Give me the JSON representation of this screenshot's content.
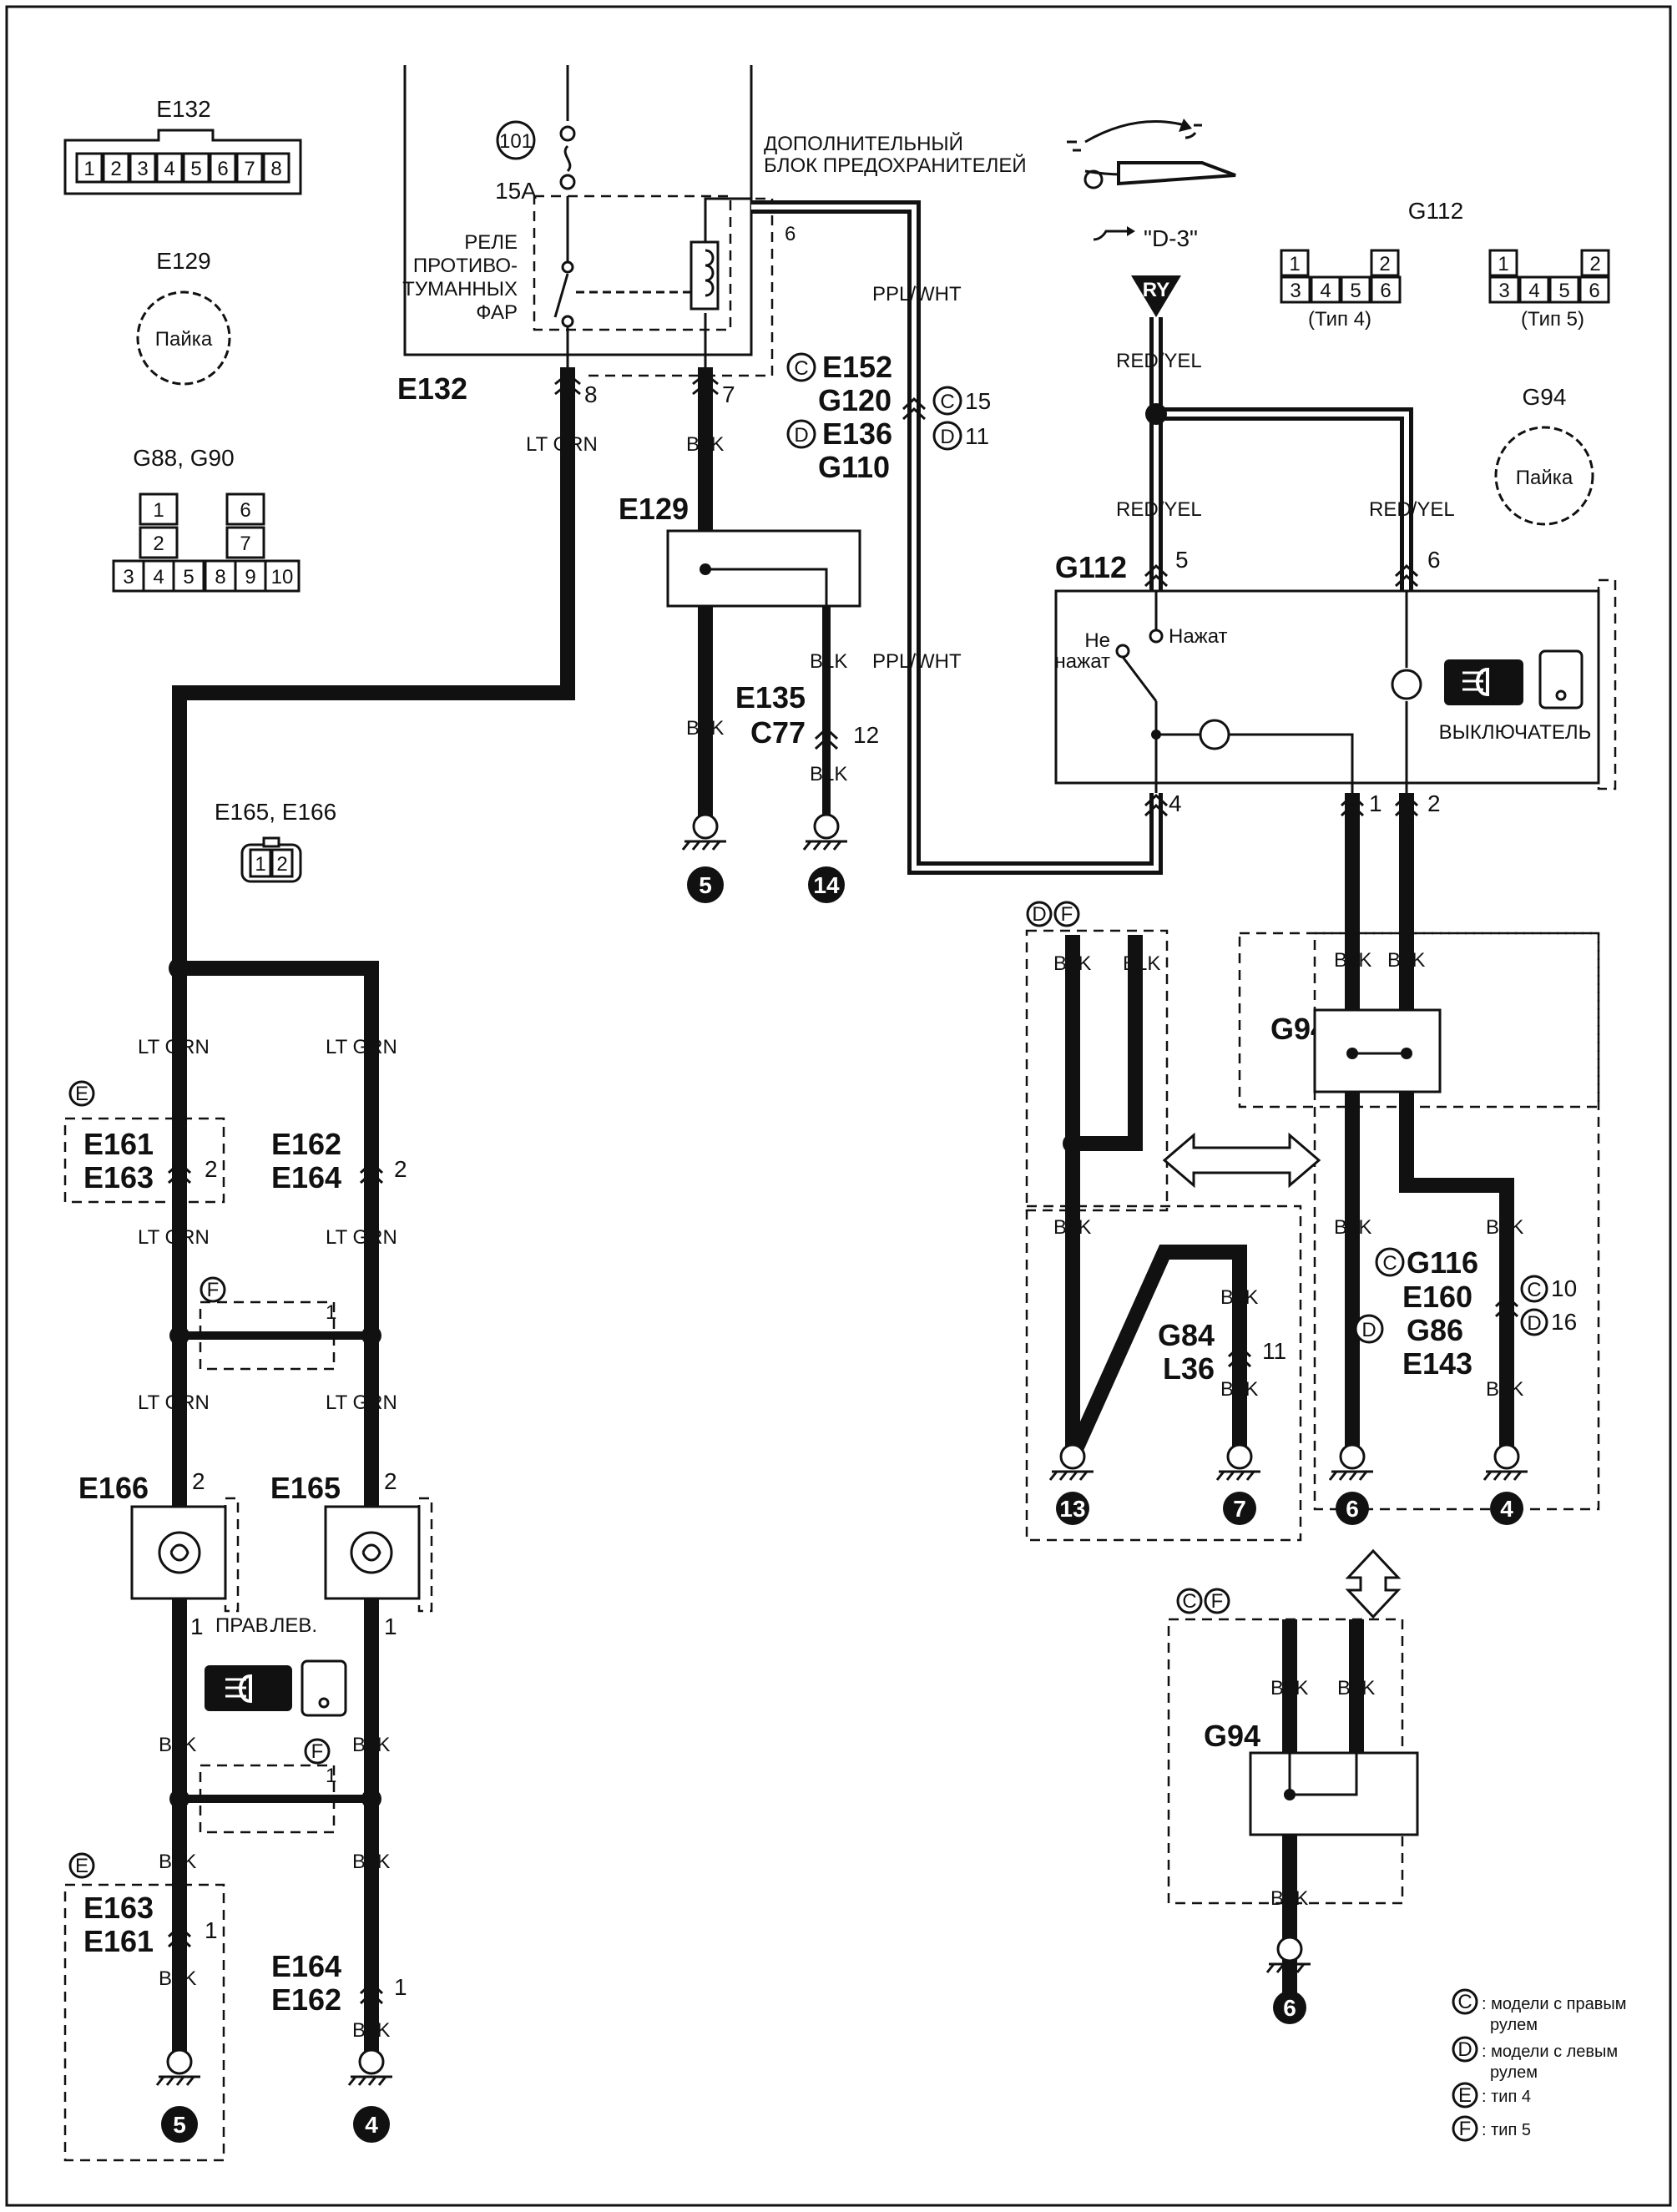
{
  "connectors": {
    "e132_title": "E132",
    "e132_pins": [
      "1",
      "2",
      "3",
      "4",
      "5",
      "6",
      "7",
      "8"
    ],
    "e129_title": "E129",
    "solder_label": "Пайка",
    "g88_title": "G88, G90",
    "g88_pins": [
      "1",
      "2",
      "3",
      "4",
      "5",
      "6",
      "7",
      "8",
      "9",
      "10"
    ],
    "e165_title": "E165, E166",
    "e165_pins": [
      "1",
      "2"
    ],
    "g112_title": "G112",
    "g112_pins": [
      "1",
      "2",
      "3",
      "4",
      "5",
      "6"
    ],
    "type4": "(Тип 4)",
    "type5": "(Тип 5)",
    "g94_title": "G94"
  },
  "fuse": {
    "number": "101",
    "rating": "15A"
  },
  "relay_label": [
    "РЕЛЕ",
    "ПРОТИВО-",
    "ТУМАННЫХ",
    "ФАР"
  ],
  "aux_fuse_block": [
    "ДОПОЛНИТЕЛЬНЫЙ",
    "БЛОК ПРЕДОХРАНИТЕЛЕЙ"
  ],
  "combo_switch_ref": "\"D-3\"",
  "ry_label": "RY",
  "switch": {
    "not_pressed": [
      "Не",
      "нажат"
    ],
    "pressed": "Нажат",
    "name": "ВЫКЛЮЧАТЕЛЬ"
  },
  "lamp_sides": {
    "right": "ПРАВ.",
    "left": "ЛЕВ."
  },
  "wires": {
    "lt_grn": "LT GRN",
    "blk": "BLK",
    "ppl_wht": "PPL/WHT",
    "red_yel": "RED/YEL"
  },
  "refs": {
    "e132": "E132",
    "e129": "E129",
    "e135": "E135",
    "c77": "C77",
    "g112": "G112",
    "g94": "G94",
    "e152": "E152",
    "g120": "G120",
    "e136": "E136",
    "g110": "G110",
    "e161": "E161",
    "e163": "E163",
    "e162": "E162",
    "e164": "E164",
    "e166": "E166",
    "e165": "E165",
    "g116": "G116",
    "e160": "E160",
    "g86": "G86",
    "e143": "E143",
    "g84": "G84",
    "l36": "L36"
  },
  "pins": {
    "p1": "1",
    "p2": "2",
    "p4": "4",
    "p5": "5",
    "p6": "6",
    "p7": "7",
    "p8": "8",
    "p10": "10",
    "p11": "11",
    "p12": "12",
    "p15": "15",
    "p16": "16"
  },
  "circled": {
    "c": "C",
    "d": "D",
    "e": "E",
    "f": "F"
  },
  "grounds": {
    "g5": "5",
    "g14": "14",
    "g13": "13",
    "g7": "7",
    "g6": "6",
    "g4": "4"
  },
  "legend": [
    {
      "mark": "C",
      "text": ": модели с правым",
      "text2": "рулем"
    },
    {
      "mark": "D",
      "text": ": модели с левым",
      "text2": "рулем"
    },
    {
      "mark": "E",
      "text": ": тип 4"
    },
    {
      "mark": "F",
      "text": ": тип 5"
    }
  ]
}
